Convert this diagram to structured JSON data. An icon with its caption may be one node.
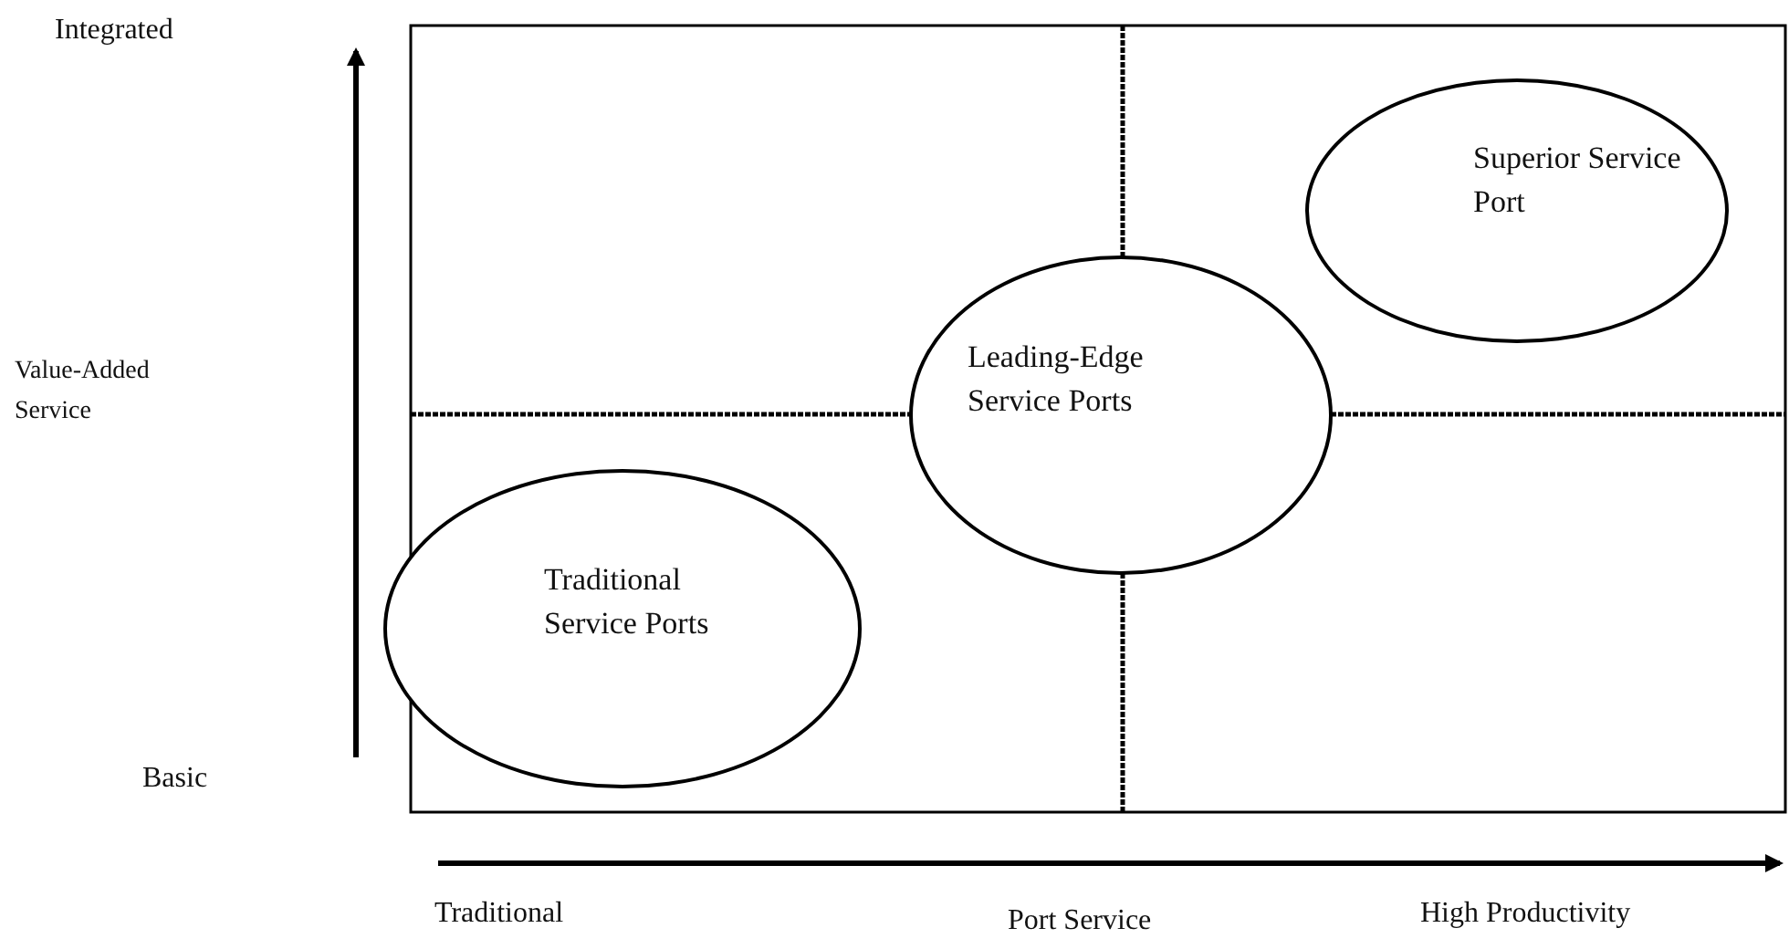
{
  "diagram": {
    "nodes": [
      {
        "text": [
          "Superior Service Port"
        ]
      },
      {
        "text": [
          "Leading-Edge Service Ports"
        ]
      },
      {
        "text": [
          "Traditional Service Ports"
        ]
      }
    ],
    "labels": [
      "Integrated",
      "Value-Added Service",
      "Basic",
      "Traditional",
      "Port Service",
      "High Productivity"
    ]
  }
}
